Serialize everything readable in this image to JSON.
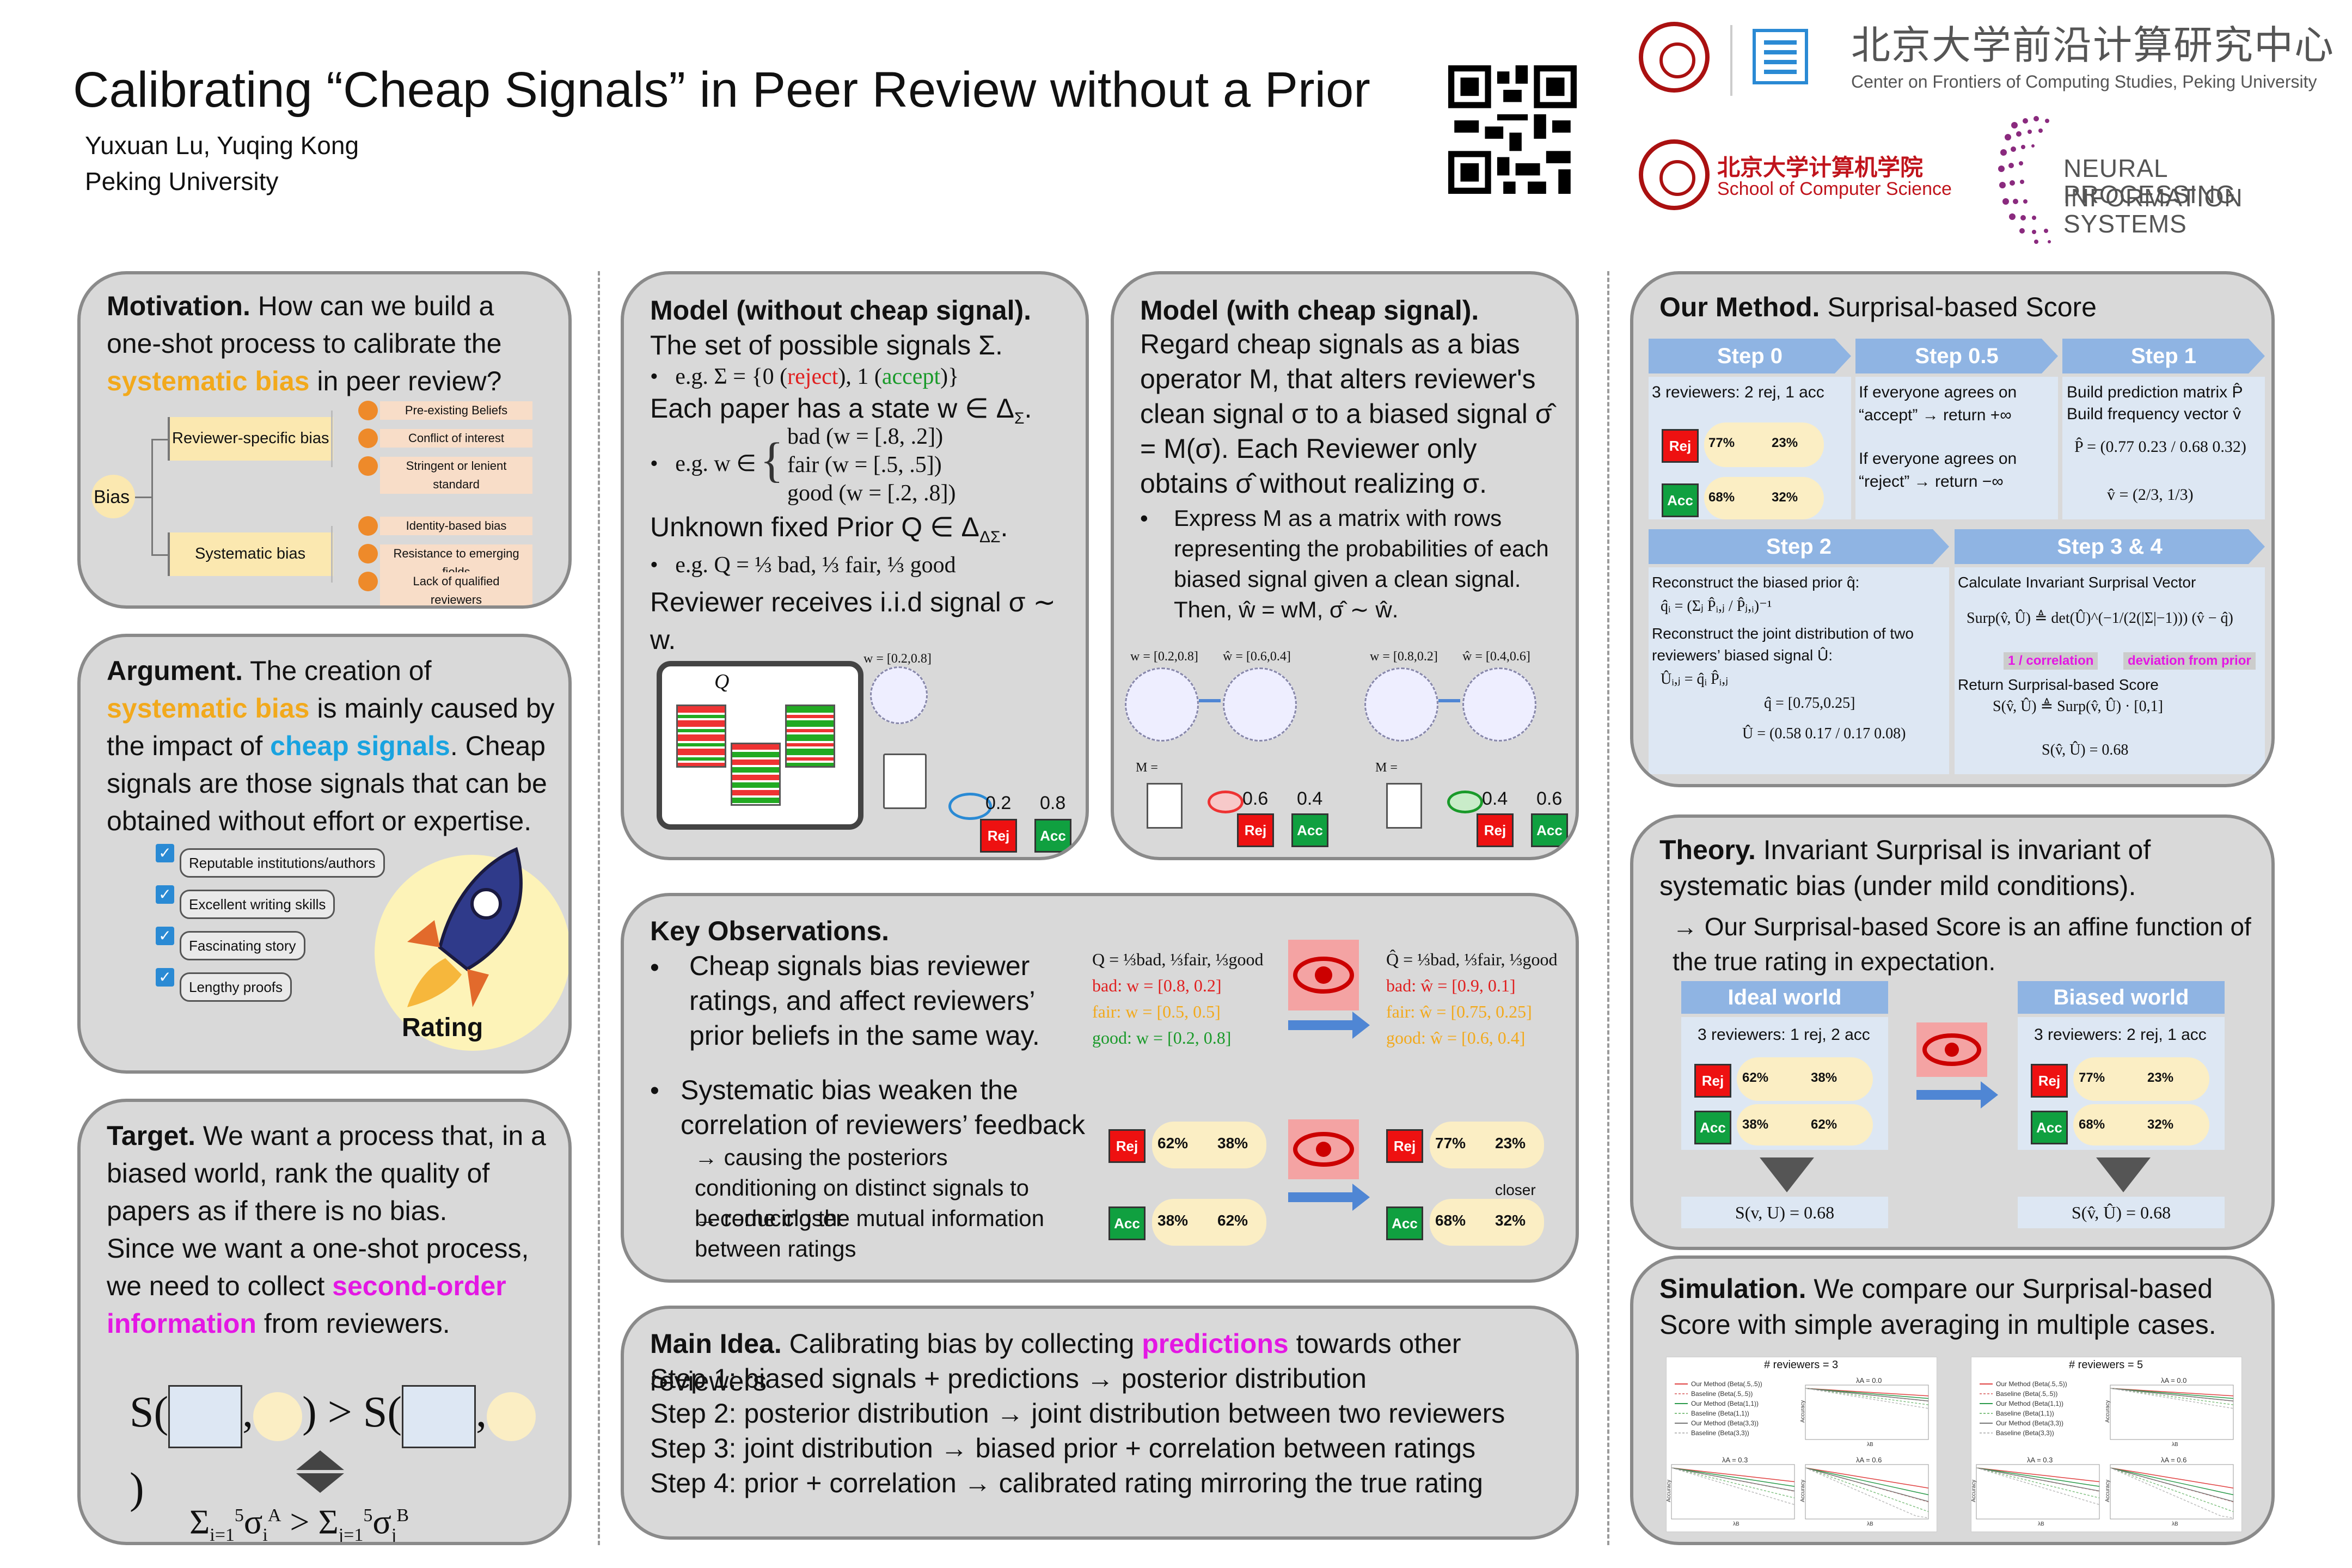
{
  "header": {
    "title": "Calibrating “Cheap Signals” in Peer Review without a Prior",
    "authors": "Yuxuan Lu, Yuqing Kong",
    "affiliation": "Peking University",
    "pku_center_cn": "北京大学前沿计算研究中心",
    "pku_center_en": "Center on Frontiers of Computing Studies, Peking University",
    "pku_cs_cn": "北京大学计算机学院",
    "pku_cs_en": "School of Computer Science",
    "neurips_line1": "NEURAL INFORMATION",
    "neurips_line2": "PROCESSING SYSTEMS"
  },
  "motivation": {
    "heading": "Motivation.",
    "text_a": " How can we build a one-shot process to calibrate the ",
    "highlight": "systematic bias",
    "text_b": " in peer review?",
    "root": "Bias",
    "branch1": "Reviewer-specific bias",
    "branch1_items": [
      "Pre-existing Beliefs",
      "Conflict of interest",
      "Stringent or lenient standard"
    ],
    "branch2": "Systematic bias",
    "branch2_items": [
      "Identity-based bias",
      "Resistance to emerging fields",
      "Lack of qualified reviewers"
    ]
  },
  "argument": {
    "heading": "Argument.",
    "text_a": " The creation of ",
    "highlight1": "systematic bias",
    "text_b": " is mainly caused by the impact of ",
    "highlight2": "cheap signals",
    "text_c": ". Cheap signals are those signals that can be obtained without effort or expertise.",
    "checklist": [
      "Reputable institutions/authors",
      "Excellent writing skills",
      "Fascinating story",
      "Lengthy proofs"
    ],
    "rocket_label": "Rating"
  },
  "target": {
    "heading": "Target.",
    "text_a": " We want a process that, in a biased world, rank the quality of papers as if there is no bias.",
    "text_b": "Since we want a one-shot process, we need to collect ",
    "highlight": "second-order information",
    "text_c": " from reviewers."
  },
  "model_no_cheap": {
    "heading": "Model (without cheap signal).",
    "l1": "The set of possible signals Σ.",
    "l2": "e.g. Σ = {0 (",
    "l2_rej": "reject",
    "l2_mid": "), 1 (",
    "l2_acc": "accept",
    "l2_end": ")}",
    "l3": "Each paper has a state w ∈ Δ",
    "l3_sub": "Σ",
    "l4_prefix": "e.g. w ∈",
    "l4_items": [
      "bad (w = [.8, .2])",
      "fair (w = [.5, .5])",
      "good (w = [.2, .8])"
    ],
    "l5": "Unknown fixed Prior Q ∈ Δ",
    "l5_sub": "ΔΣ",
    "l6": "e.g. Q = ⅓ bad, ⅓ fair, ⅓ good",
    "l7": "Reviewer receives i.i.d signal σ ∼ w.",
    "fig_q": "Q",
    "fig_w": "w = [0.2,0.8]",
    "fig_p_rej": "0.2",
    "fig_p_acc": "0.8",
    "rej": "Rej",
    "acc": "Acc"
  },
  "model_cheap": {
    "heading": "Model (with cheap signal).",
    "text": "Regard cheap signals as a bias operator M, that alters reviewer's clean signal σ to a biased signal σ̂ = M(σ). Each Reviewer only obtains σ̂ without realizing σ.",
    "bullet": "Express M as a matrix with rows representing the probabilities of each biased signal given a clean signal. Then, ŵ = wM, σ̂ ∼ ŵ.",
    "fig1_w": "w = [0.2,0.8]",
    "fig1_what": "ŵ = [0.6,0.4]",
    "fig1_p": [
      "0.6",
      "0.4"
    ],
    "fig2_w": "w = [0.8,0.2]",
    "fig2_what": "ŵ = [0.4,0.6]",
    "fig2_p": [
      "0.4",
      "0.6"
    ],
    "m_label": "M ="
  },
  "key_obs": {
    "heading": "Key Observations.",
    "b1": "Cheap signals bias reviewer ratings, and affect reviewers’ prior beliefs in the same way.",
    "b2": "Systematic bias weaken the correlation of reviewers’ feedback",
    "b2a": "→ causing the posteriors conditioning on distinct signals to become closer",
    "b2b": "→ reducing the mutual information between ratings",
    "left_formula": "Q = ⅓bad, ⅓fair, ⅓good",
    "left_bad": "bad: w = [0.8, 0.2]",
    "left_fair": "fair: w = [0.5, 0.5]",
    "left_good": "good: w = [0.2, 0.8]",
    "right_formula": "Q̂ = ⅓bad, ⅓fair, ⅓good",
    "right_bad": "bad: ŵ = [0.9, 0.1]",
    "right_fair": "fair: ŵ = [0.75, 0.25]",
    "right_good": "good: ŵ = [0.6, 0.4]",
    "p_left": [
      "62%",
      "38%",
      "38%",
      "62%"
    ],
    "p_right": [
      "77%",
      "23%",
      "68%",
      "32%"
    ],
    "closer": "closer"
  },
  "main_idea": {
    "heading": "Main Idea.",
    "text_a": " Calibrating bias by collecting ",
    "highlight": "predictions",
    "text_b": " towards other reviewers",
    "steps": [
      "Step 1: biased signals + predictions → posterior distribution",
      "Step 2: posterior distribution → joint distribution between two reviewers",
      "Step 3: joint distribution → biased prior + correlation between ratings",
      "Step 4: prior + correlation → calibrated rating mirroring the true rating"
    ]
  },
  "method": {
    "heading": "Our Method.",
    "subheading": " Surprisal-based Score",
    "step0": "Step 0",
    "step05": "Step 0.5",
    "step1": "Step 1",
    "step2": "Step 2",
    "step34": "Step 3 & 4",
    "s0_text": "3 reviewers: 2 rej, 1 acc",
    "s0_p": [
      "77%",
      "23%",
      "68%",
      "32%"
    ],
    "s05_a": "If everyone agrees on “accept” → return +∞",
    "s05_b": "If everyone agrees on “reject” → return −∞",
    "s1_a": "Build prediction matrix P̂",
    "s1_b": "Build frequency vector v̂",
    "s1_p": "P̂ = (0.77 0.23 / 0.68 0.32)",
    "s1_v": "v̂ = (2/3, 1/3)",
    "s2_a": "Reconstruct the biased prior q̂:",
    "s2_b": "q̂ᵢ = (Σⱼ P̂ᵢ,ⱼ / P̂ⱼ,ᵢ)⁻¹",
    "s2_c": "Reconstruct the joint distribution of two reviewers’ biased signal Û:",
    "s2_d": "Ûᵢ,ⱼ = q̂ᵢ P̂ᵢ,ⱼ",
    "s2_e": "q̂ = [0.75,0.25]",
    "s2_f": "Û = (0.58 0.17 / 0.17 0.08)",
    "s34_a": "Calculate Invariant Surprisal Vector",
    "s34_b": "Surp(v̂, Û) ≜ det(Û)^(−1/(2(|Σ|−1))) (v̂ − q̂)",
    "s34_tag1": "1 / correlation",
    "s34_tag2": "deviation from prior",
    "s34_c": "Return Surprisal-based Score",
    "s34_d": "S(v̂, Û) ≜ Surp(v̂, Û) · [0,1]",
    "s34_e": "S(v̂, Û) = 0.68"
  },
  "theory": {
    "heading": "Theory.",
    "text_a": " Invariant Surprisal is invariant of systematic bias (under mild conditions).",
    "text_b": "→ Our Surprisal-based Score is an affine function of the true rating in expectation.",
    "ideal": "Ideal world",
    "biased": "Biased world",
    "ideal_text": "3 reviewers: 1 rej, 2 acc",
    "biased_text": "3 reviewers: 2 rej, 1 acc",
    "ideal_p": [
      "62%",
      "38%",
      "38%",
      "62%"
    ],
    "biased_p": [
      "77%",
      "23%",
      "68%",
      "32%"
    ],
    "ideal_score": "S(v, U) = 0.68",
    "biased_score": "S(v̂, Û) = 0.68"
  },
  "simulation": {
    "heading": "Simulation.",
    "text": " We compare our Surprisal-based Score with simple averaging in multiple cases.",
    "panel1_title": "# reviewers = 3",
    "panel2_title": "# reviewers = 5",
    "sub_titles": [
      "λA = 0.0",
      "λA = 0.3",
      "λA = 0.6"
    ],
    "legend": [
      "Our Method (Beta(.5,.5))",
      "Baseline (Beta(.5,.5))",
      "Our Method (Beta(1,1))",
      "Baseline (Beta(1,1))",
      "Our Method (Beta(3,3))",
      "Baseline (Beta(3,3))"
    ],
    "ylabel": "Accuracy",
    "xlabel": "λB"
  },
  "colors": {
    "panel_bg": "#d9d9d9",
    "panel_border": "#8a8a8a",
    "yellow": "#f2a91c",
    "cyan": "#19a3e0",
    "magenta": "#e417e4",
    "step_blue": "#8fb4e3",
    "step_body": "#dde7f3"
  }
}
